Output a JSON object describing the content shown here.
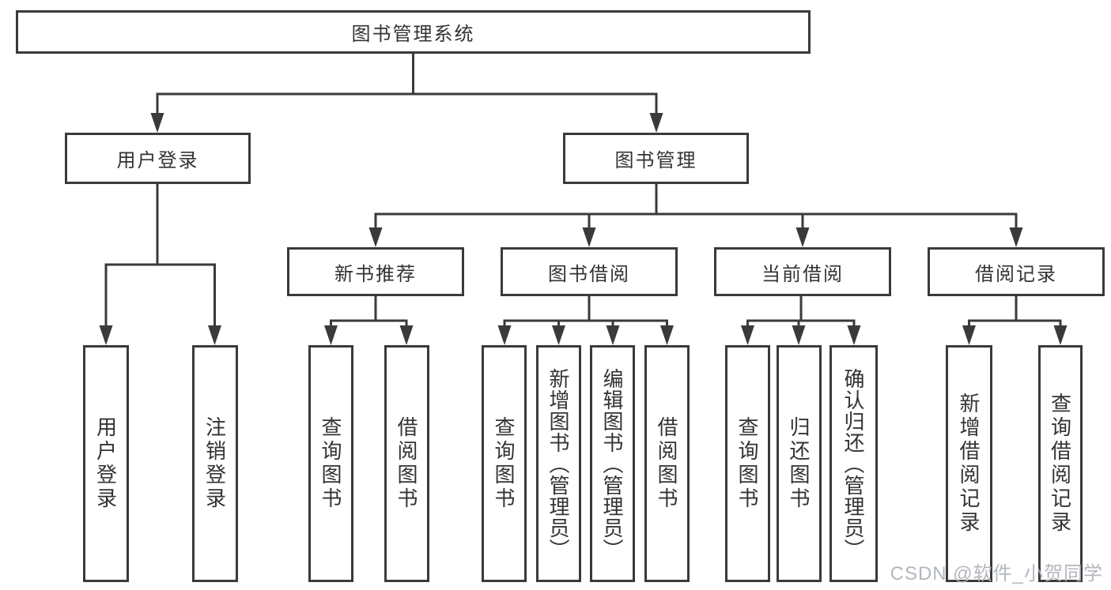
{
  "diagram_title": "图书管理系统",
  "nodes": {
    "root": "图书管理系统",
    "user_login": "用户登录",
    "book_mgmt": "图书管理",
    "new_book_rec": "新书推荐",
    "book_borrow": "图书借阅",
    "current_borrow": "当前借阅",
    "borrow_record": "借阅记录",
    "leaf_user_login": "用户登录",
    "leaf_logout": "注销登录",
    "leaf_query_book_a": "查询图书",
    "leaf_borrow_book_a": "借阅图书",
    "leaf_query_book_b": "查询图书",
    "leaf_add_book_admin": "新增图书（管理员）",
    "leaf_edit_book_admin": "编辑图书（管理员）",
    "leaf_borrow_book_b": "借阅图书",
    "leaf_query_book_c": "查询图书",
    "leaf_return_book": "归还图书",
    "leaf_confirm_return_admin": "确认归还（管理员）",
    "leaf_add_borrow_record": "新增借阅记录",
    "leaf_query_borrow_record": "查询借阅记录"
  },
  "hierarchy": {
    "图书管理系统": {
      "用户登录": [
        "用户登录",
        "注销登录"
      ],
      "图书管理": {
        "新书推荐": [
          "查询图书",
          "借阅图书"
        ],
        "图书借阅": [
          "查询图书",
          "新增图书（管理员）",
          "编辑图书（管理员）",
          "借阅图书"
        ],
        "当前借阅": [
          "查询图书",
          "归还图书",
          "确认归还（管理员）"
        ],
        "借阅记录": [
          "新增借阅记录",
          "查询借阅记录"
        ]
      }
    }
  },
  "watermark": "CSDN @软件_小贺同学",
  "colors": {
    "line": "#3a3a3a",
    "text": "#333333",
    "background": "#ffffff",
    "watermark": "#acb1b9"
  }
}
